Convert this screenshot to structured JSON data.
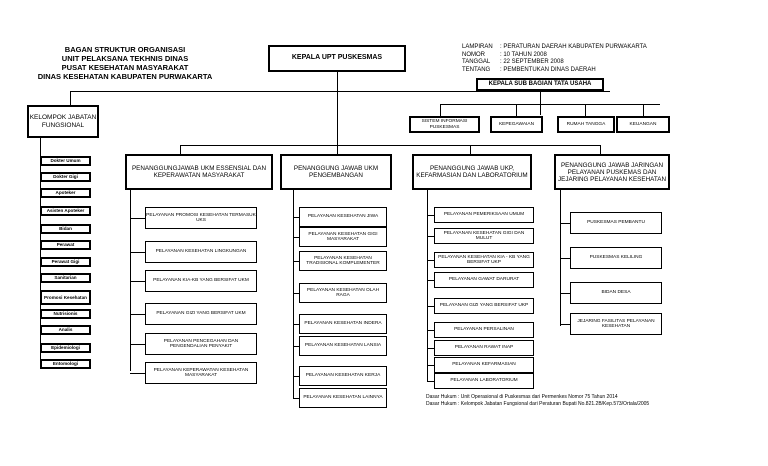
{
  "title_lines": [
    "BAGAN STRUKTUR ORGANISASI",
    "UNIT PELAKSANA TEKHNIS DINAS",
    "PUSAT KESEHATAN MASYARAKAT",
    "DINAS KESEHATAN KABUPATEN PURWAKARTA"
  ],
  "lampiran": {
    "rows": [
      {
        "key": "LAMPIRAN",
        "value": ": PERATURAN DAERAH KABUPATEN PURWAKARTA"
      },
      {
        "key": "NOMOR",
        "value": ": 10 TAHUN 2008"
      },
      {
        "key": "TANGGAL",
        "value": ": 22 SEPTEMBER 2008"
      },
      {
        "key": "TENTANG",
        "value": ": PEMBENTUKAN DINAS DAERAH"
      }
    ]
  },
  "kepala": "KEPALA UPT PUSKESMAS",
  "subbag": "KEPALA SUB BAGIAN TATA USAHA",
  "subbag_units": [
    "SISTEM INFORMASI PUSKESMAS",
    "KEPEGAWAIAN",
    "RUMAH TANGGA",
    "KEUANGAN"
  ],
  "jabatan": {
    "header": "KELOMPOK JABATAN FUNGSIONAL",
    "items": [
      "Dokter Umum",
      "Dokter Gigi",
      "Apoteker",
      "Asisten Apoteker",
      "Bidan",
      "Perawat",
      "Perawat Gigi",
      "Sanitarian",
      "Promosi Kesehatan",
      "Nutrisionis",
      "Analis",
      "Epidemiologi",
      "Entomologi"
    ]
  },
  "columns": [
    {
      "header": "PENANGGUNGJAWAB UKM ESSENSIAL DAN KEPERAWATAN MASYARAKAT",
      "items": [
        "PELAYANAN PROMOSI KESEHATAN TERMASUK UKS",
        "PELAYANAN KESEHATAN LINGKUNGAN",
        "PELAYANAN KIA-KB YANG BERSIFAT UKM",
        "PELAYANAN GIZI YANG BERSIFAT UKM",
        "PELAYANAN PENCEGAHAN DAN PENGENDALIAN PENYAKIT",
        "PELAYANAN KEPERAWATAN KESEHATAN MASYARAKAT"
      ]
    },
    {
      "header": "PENANGGUNG JAWAB UKM PENGEMBANGAN",
      "items": [
        "PELAYANAN KESEHATAN JIWA",
        "PELAYANAN KESEHATAN GIGI MASYARAKAT",
        "PELAYANAN KESEHATAN TRADISIONAL KOMPLEMENTER",
        "PELAYANAN KESEHATAN OLAH RAGA",
        "PELAYANAN KESEHATAN INDERA",
        "PELAYANAN KESEHATAN LANSIA",
        "PELAYANAN KESEHATAN KERJA",
        "PELAYANAN KESEHATAN LAINNYA"
      ]
    },
    {
      "header": "PENANGGUNG JAWAB UKP, KEFARMASIAN DAN LABORATORIUM",
      "items": [
        "PELAYANAN PEMERIKSAAN UMUM",
        "PELAYANAN KESEHATAN GIGI DAN MULUT",
        "PELAYANAN KESEHATAN KIA - KB YANG BERSIFAT UKP",
        "PELAYANAN GAWAT DARURAT",
        "PELAYANAN GIZI YANG BERSIFAT UKP",
        "PELAYANAN PERSALINAN",
        "PELAYANAN RAWAT INAP",
        "PELAYANAN KEFARMASIAN",
        "PELAYANAN LABORATORIUM"
      ]
    },
    {
      "header": "PENANGGUNG JAWAB JARINGAN PELAYANAN PUSKEMAS DAN JEJARING PELAYANAN KESEHATAN",
      "items": [
        "PUSKESMAS PEMBANTU",
        "PUSKESMAS KELILING",
        "BIDAN DESA",
        "JEJARING FASILITAS PELAYANAN KESEHATAN"
      ]
    }
  ],
  "footer": [
    "Dasar Hukum : Unit Operasional di Puskesmas dari Permenkes Nomor 75  Tahun  2014",
    "Dasar Hukum : Kelompok Jabatan Fungsional dari Peraturan Bupati No.821.2B/Kep.573/Ortala/2005"
  ]
}
